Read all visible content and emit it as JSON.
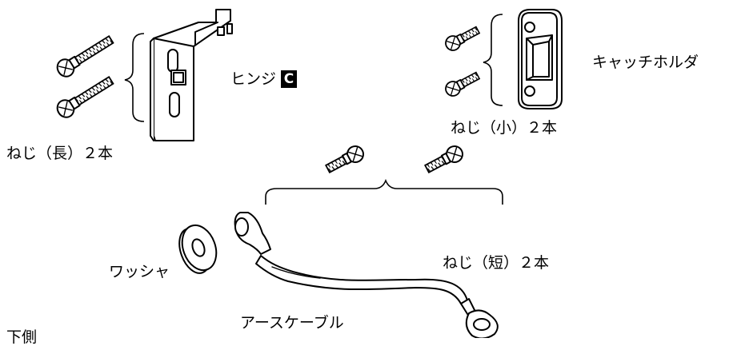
{
  "labels": {
    "hinge": "ヒンジ",
    "hinge_badge": "C",
    "screw_long": "ねじ（長）２本",
    "catch_holder": "キャッチホルダ",
    "screw_small": "ねじ（小）２本",
    "screw_short": "ねじ（短）２本",
    "washer": "ワッシャ",
    "earth_cable": "アースケーブル",
    "cut_bottom_text": "下側"
  }
}
